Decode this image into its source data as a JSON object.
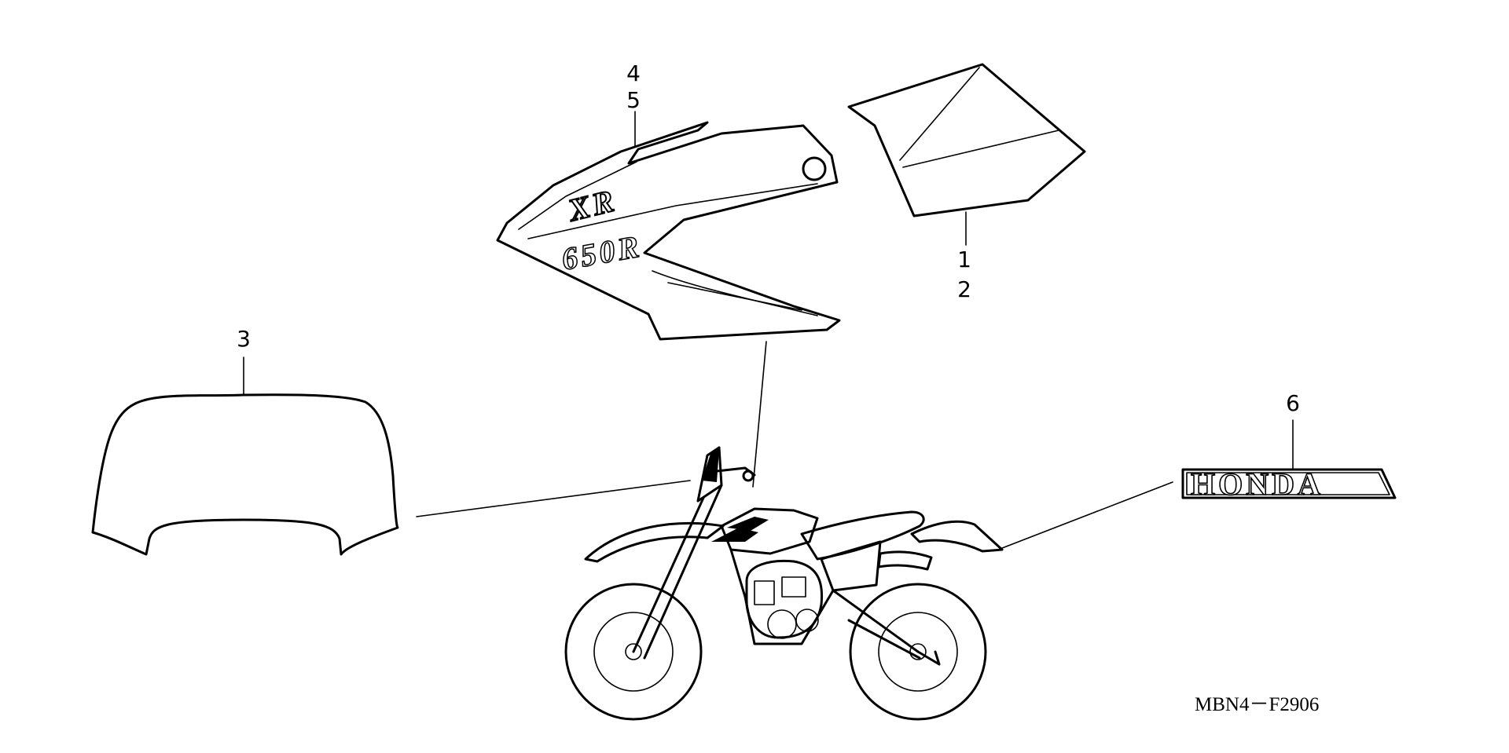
{
  "callouts": {
    "c4": "4",
    "c5": "5",
    "c1": "1",
    "c2": "2",
    "c3": "3",
    "c6": "6"
  },
  "decals": {
    "tank_model": "XR",
    "tank_number": "650R",
    "brand_emblem": "HONDA"
  },
  "diagram_code": "MBN4－F2906",
  "colors": {
    "line": "#000000",
    "background": "#ffffff"
  }
}
